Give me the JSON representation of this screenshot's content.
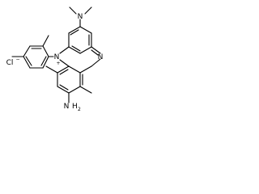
{
  "molecule": {
    "atoms": {
      "nme2_n": "N",
      "ring_n_plus": "N",
      "ring_n_plus_charge": "+",
      "chloride": "Cl",
      "chloride_charge": "−",
      "amino_n": "N",
      "amino_h": "H",
      "amino_h_count": "2",
      "ring_n_bottom": "N"
    },
    "colors": {
      "bond": "#000000",
      "label": "#000000",
      "background": "#ffffff"
    }
  }
}
